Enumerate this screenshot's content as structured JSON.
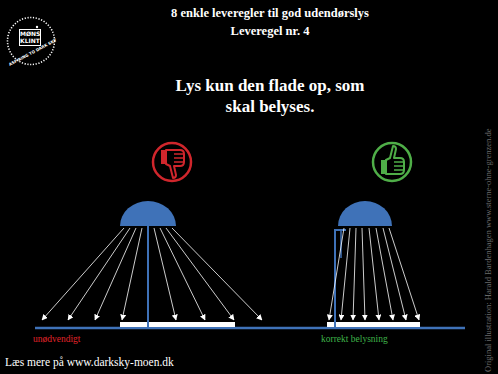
{
  "diagram": {
    "title": "8 enkle leveregler til god udendørslys",
    "nodes": [
      {
        "text": [
          "MØNS KLINT",
          "ASPIRING TO DARK SKY"
        ]
      }
    ],
    "labels": [
      "Leveregel nr. 4",
      "Lys kun den flade op, som skal belyses.",
      "unødvendigt",
      "korrekt belysning",
      "Læs mere på www.darksky-moen.dk",
      "Original illustration: Harald Bardenhagen www.sterne-ohne-grenzen.de"
    ]
  }
}
